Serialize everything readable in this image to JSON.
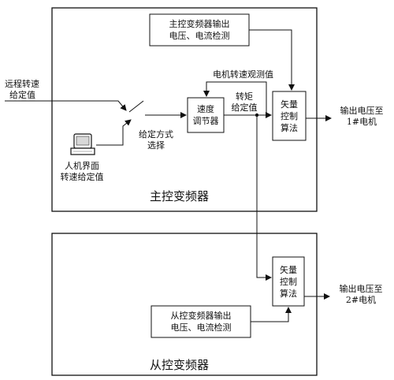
{
  "master": {
    "title": "主控变频器",
    "detect_box": [
      "主控变频器输出",
      "电压、电流检测"
    ],
    "remote_speed": [
      "远程转速",
      "给定值"
    ],
    "hmi_speed": [
      "人机界面",
      "转速给定值"
    ],
    "select_label": [
      "给定方式",
      "选择"
    ],
    "speed_reg": [
      "速度",
      "调节器"
    ],
    "speed_obs": "电机转速观测值",
    "torque_set": [
      "转矩",
      "给定值"
    ],
    "vector_ctrl": [
      "矢量",
      "控制",
      "算法"
    ],
    "output": [
      "输出电压至",
      "1#电机"
    ]
  },
  "slave": {
    "title": "从控变频器",
    "detect_box": [
      "从控变频器输出",
      "电压、电流检测"
    ],
    "vector_ctrl": [
      "矢量",
      "控制",
      "算法"
    ],
    "output": [
      "输出电压至",
      "2#电机"
    ]
  }
}
